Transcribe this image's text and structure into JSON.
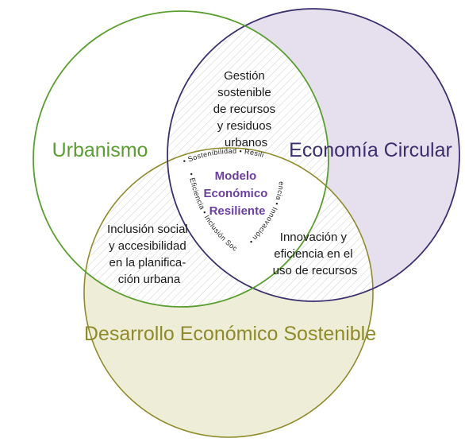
{
  "colors": {
    "urbanismo": "#5a9e2f",
    "economia": "#3b2f6e",
    "desarrollo": "#8f8a2a",
    "center": "#6b3fa0"
  },
  "circles": {
    "urbanismo": "Urbanismo",
    "economia": "Economía Circular",
    "desarrollo": "Desarrollo Económico Sostenible"
  },
  "intersections": {
    "urb_eco": [
      "Gestión",
      "sostenible",
      "de recursos",
      "y residuos",
      "urbanos"
    ],
    "urb_des": [
      "Inclusión social",
      "y accesibilidad",
      "en la planifica-",
      "ción urbana"
    ],
    "eco_des": [
      "Innovación y",
      "eficiencia en el",
      "uso de recursos"
    ]
  },
  "center": {
    "lines": [
      "Modelo",
      "Económico",
      "Resiliente"
    ]
  },
  "ring": {
    "top": "• Sostenibilidad • Resili",
    "right": "encia • Innovación •",
    "left": "• Eficiencia • Inclusión Social"
  }
}
